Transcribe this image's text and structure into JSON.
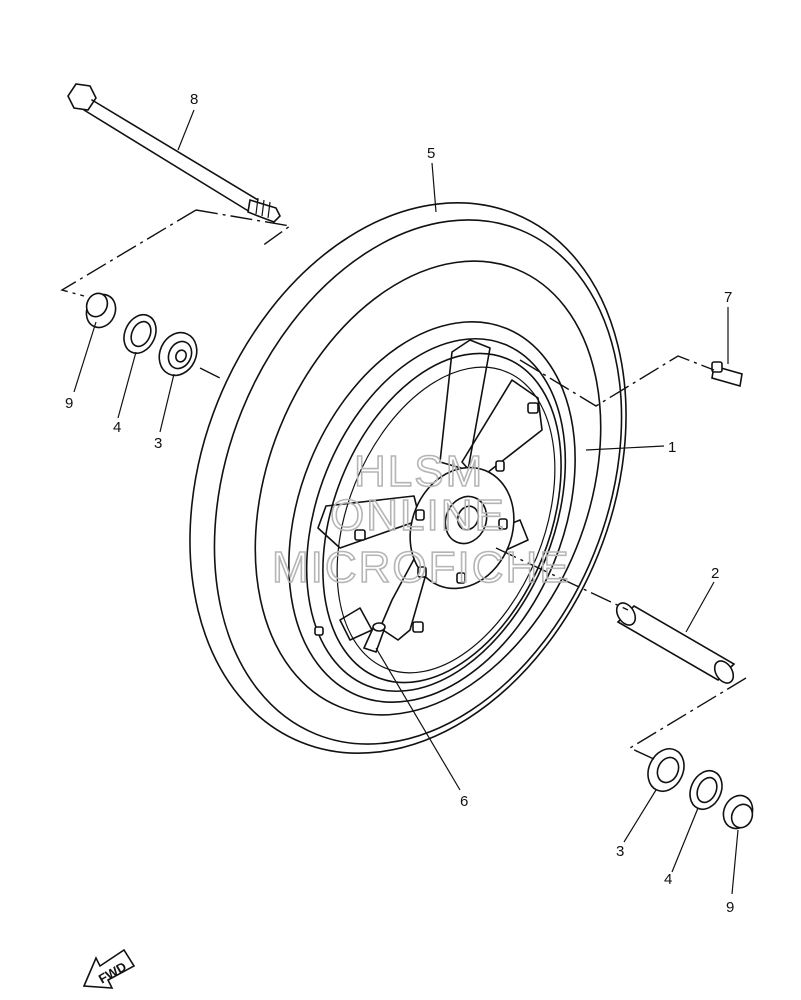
{
  "callouts": {
    "c1": "1",
    "c2": "2",
    "c3_left": "3",
    "c3_right": "3",
    "c4_left": "4",
    "c4_right": "4",
    "c5": "5",
    "c6": "6",
    "c7": "7",
    "c8": "8",
    "c9_left": "9",
    "c9_right": "9"
  },
  "watermark": {
    "line1": "HLSM",
    "line2": "ONLINE",
    "line3": "MICROFICHE"
  },
  "direction_arrow": {
    "label": "FWD"
  }
}
